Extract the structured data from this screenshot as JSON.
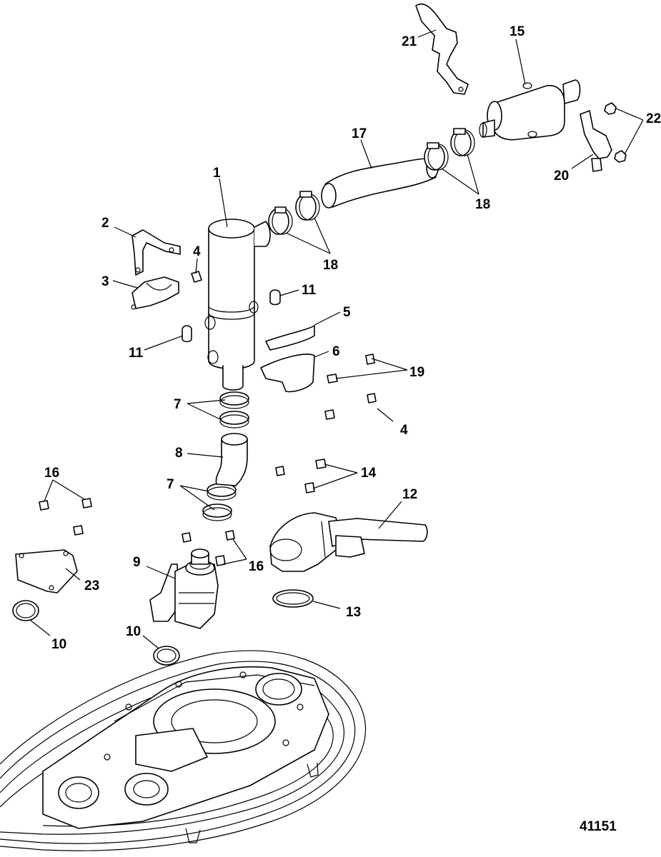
{
  "figure_id": "41151",
  "callouts": {
    "c1": "1",
    "c2": "2",
    "c3": "3",
    "c4a": "4",
    "c4b": "4",
    "c5": "5",
    "c6": "6",
    "c7a": "7",
    "c7b": "7",
    "c8": "8",
    "c9": "9",
    "c10a": "10",
    "c10b": "10",
    "c11a": "11",
    "c11b": "11",
    "c12": "12",
    "c13": "13",
    "c14": "14",
    "c15": "15",
    "c16a": "16",
    "c16b": "16",
    "c17": "17",
    "c18a": "18",
    "c18b": "18",
    "c19": "19",
    "c20": "20",
    "c21": "21",
    "c22": "22",
    "c23": "23"
  }
}
